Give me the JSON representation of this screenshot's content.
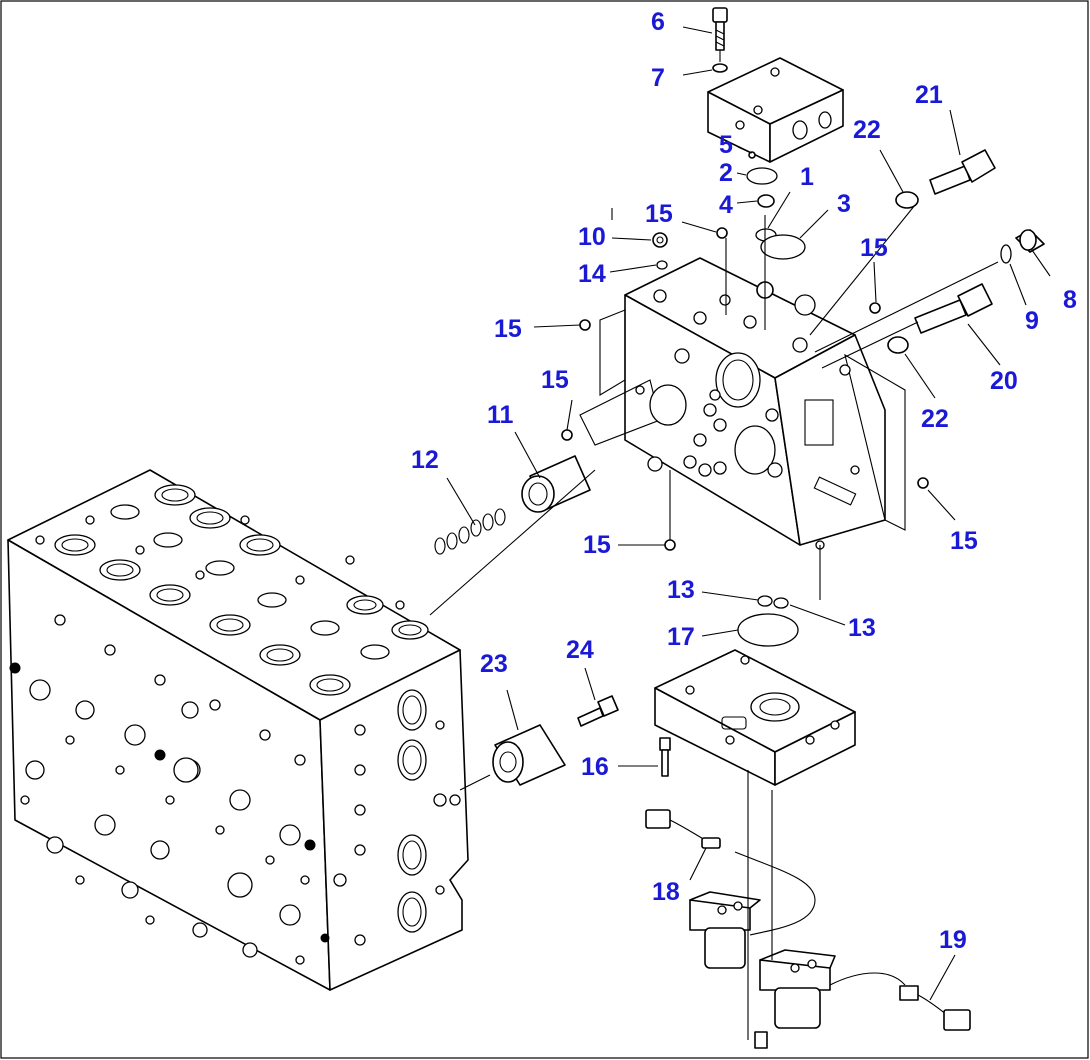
{
  "diagram": {
    "type": "exploded parts diagram",
    "callouts": [
      {
        "id": "c6",
        "text": "6"
      },
      {
        "id": "c7",
        "text": "7"
      },
      {
        "id": "c21",
        "text": "21"
      },
      {
        "id": "c22a",
        "text": "22"
      },
      {
        "id": "c5",
        "text": "5"
      },
      {
        "id": "c2",
        "text": "2"
      },
      {
        "id": "c1",
        "text": "1"
      },
      {
        "id": "c4",
        "text": "4"
      },
      {
        "id": "c3",
        "text": "3"
      },
      {
        "id": "c15a",
        "text": "15"
      },
      {
        "id": "c10",
        "text": "10"
      },
      {
        "id": "c15b",
        "text": "15"
      },
      {
        "id": "c14",
        "text": "14"
      },
      {
        "id": "c8",
        "text": "8"
      },
      {
        "id": "c9",
        "text": "9"
      },
      {
        "id": "c15c",
        "text": "15"
      },
      {
        "id": "c20",
        "text": "20"
      },
      {
        "id": "c15d",
        "text": "15"
      },
      {
        "id": "c22b",
        "text": "22"
      },
      {
        "id": "c11",
        "text": "11"
      },
      {
        "id": "c12",
        "text": "12"
      },
      {
        "id": "c15e",
        "text": "15"
      },
      {
        "id": "c15f",
        "text": "15"
      },
      {
        "id": "c13a",
        "text": "13"
      },
      {
        "id": "c13b",
        "text": "13"
      },
      {
        "id": "c17",
        "text": "17"
      },
      {
        "id": "c23",
        "text": "23"
      },
      {
        "id": "c24",
        "text": "24"
      },
      {
        "id": "c16",
        "text": "16"
      },
      {
        "id": "c18",
        "text": "18"
      },
      {
        "id": "c19",
        "text": "19"
      }
    ]
  }
}
